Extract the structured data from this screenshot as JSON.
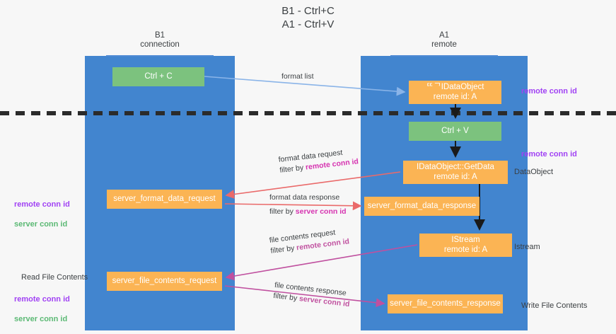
{
  "title": "B1 - Ctrl+C\nA1 - Ctrl+V",
  "lanes": {
    "left": {
      "header": "B1\nconnection",
      "color": "#4285cf"
    },
    "right": {
      "header": "A1\nremote",
      "color": "#4285cf"
    }
  },
  "colors": {
    "lane": "#4285cf",
    "green_box": "#7cc27e",
    "orange_box": "#fbb454",
    "remote_conn_id": "#a142f4",
    "server_conn_id": "#5bb974",
    "red_arrow": "#ea6a6a",
    "magenta_arrow": "#c0509f",
    "blue_arrow": "#8ab4e8",
    "dashed_divider": "#2b2b2b"
  },
  "boxes": {
    "ctrl_c": "Ctrl + C",
    "data_object": "ᄄᄀIDataObject\nremote id: A",
    "ctrl_v": "Ctrl + V",
    "get_data": "IDataObject::GetData\nremote id: A",
    "server_format_data_request": "server_format_data_request",
    "server_format_data_response": "server_format_data_response",
    "istream": "IStream\nremote id: A",
    "server_file_contents_request": "server_file_contents_request",
    "server_file_contents_response": "server_file_contents_response"
  },
  "arrow_labels": {
    "format_list": "format list",
    "format_data_request": "format data request",
    "format_data_request_filter_prefix": "filter by ",
    "format_data_request_filter_value": "remote conn id",
    "format_data_response": "format data response",
    "format_data_response_filter_prefix": "filter by ",
    "format_data_response_filter_value": "server conn id",
    "file_contents_request": "file contents request",
    "file_contents_request_filter_prefix": "filter by ",
    "file_contents_request_filter_value": "remote conn id",
    "file_contents_response": "file contents response",
    "file_contents_response_filter_prefix": "filter by ",
    "file_contents_response_filter_value": "server conn id"
  },
  "side_labels": {
    "right_remote_conn_id_top": "remote conn id",
    "right_remote_conn_id_mid": "remote conn id",
    "right_data_object": "DataObject",
    "right_istream": "Istream",
    "right_write_file_contents": "Write File Contents",
    "left_remote_conn_id_1": "remote conn id",
    "left_server_conn_id_1": "server conn id",
    "left_read_file_contents": "Read File Contents",
    "left_remote_conn_id_2": "remote conn id",
    "left_server_conn_id_2": "server conn id"
  }
}
